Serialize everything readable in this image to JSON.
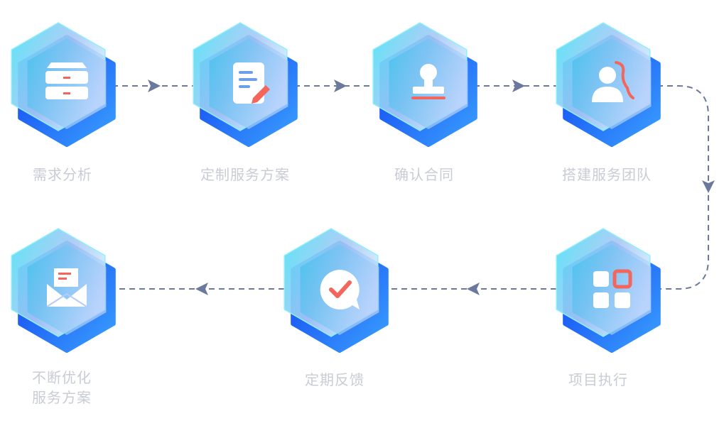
{
  "steps": [
    {
      "label": "需求分析",
      "icon": "archive-drawer-icon"
    },
    {
      "label": "定制服务方案",
      "icon": "document-edit-icon"
    },
    {
      "label": "确认合同",
      "icon": "stamp-icon"
    },
    {
      "label": "搭建服务团队",
      "icon": "team-person-icon"
    },
    {
      "label": "项目执行",
      "icon": "grid-apps-icon"
    },
    {
      "label": "定期反馈",
      "icon": "check-chat-icon"
    },
    {
      "label": "不断优化",
      "label2": "服务方案",
      "icon": "mail-icon"
    }
  ],
  "colors": {
    "connector": "#6b7a9c",
    "label": "#c9ccd6",
    "accent": "#f4665b",
    "back_hex": "#1a4cf5"
  }
}
